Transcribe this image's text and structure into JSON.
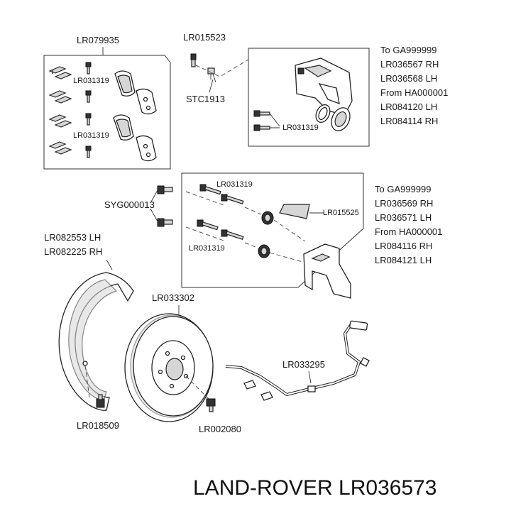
{
  "title": "LAND-ROVER LR036573",
  "labels": {
    "pad_kit": "LR079935",
    "pad_bolt_top": "LR031319",
    "pad_bolt_bottom": "LR031319",
    "bleed_screw": "LR015523",
    "bleed_cap": "STC1913",
    "caliper_bolt_upper": "LR031319",
    "caliper_upper_notes": [
      "To GA999999",
      "LR036567 RH",
      "LR036568 LH",
      "From HA000001",
      "LR084120 LH",
      "LR084114 RH"
    ],
    "carrier_bolt_a": "LR031319",
    "carrier_bolt_b": "LR031319",
    "guide_kit": "LR015525",
    "bolt_mount": "SYG000013",
    "carrier_lower_notes": [
      "To GA999999",
      "LR036569 RH",
      "LR036571 LH",
      "From HA000001",
      "LR084116 RH",
      "LR084121 LH"
    ],
    "shield_notes": [
      "LR082553 LH",
      "LR082225 RH"
    ],
    "disc": "LR033302",
    "sensor": "LR033295",
    "shield_screw": "LR018509",
    "disc_screw": "LR002080"
  }
}
